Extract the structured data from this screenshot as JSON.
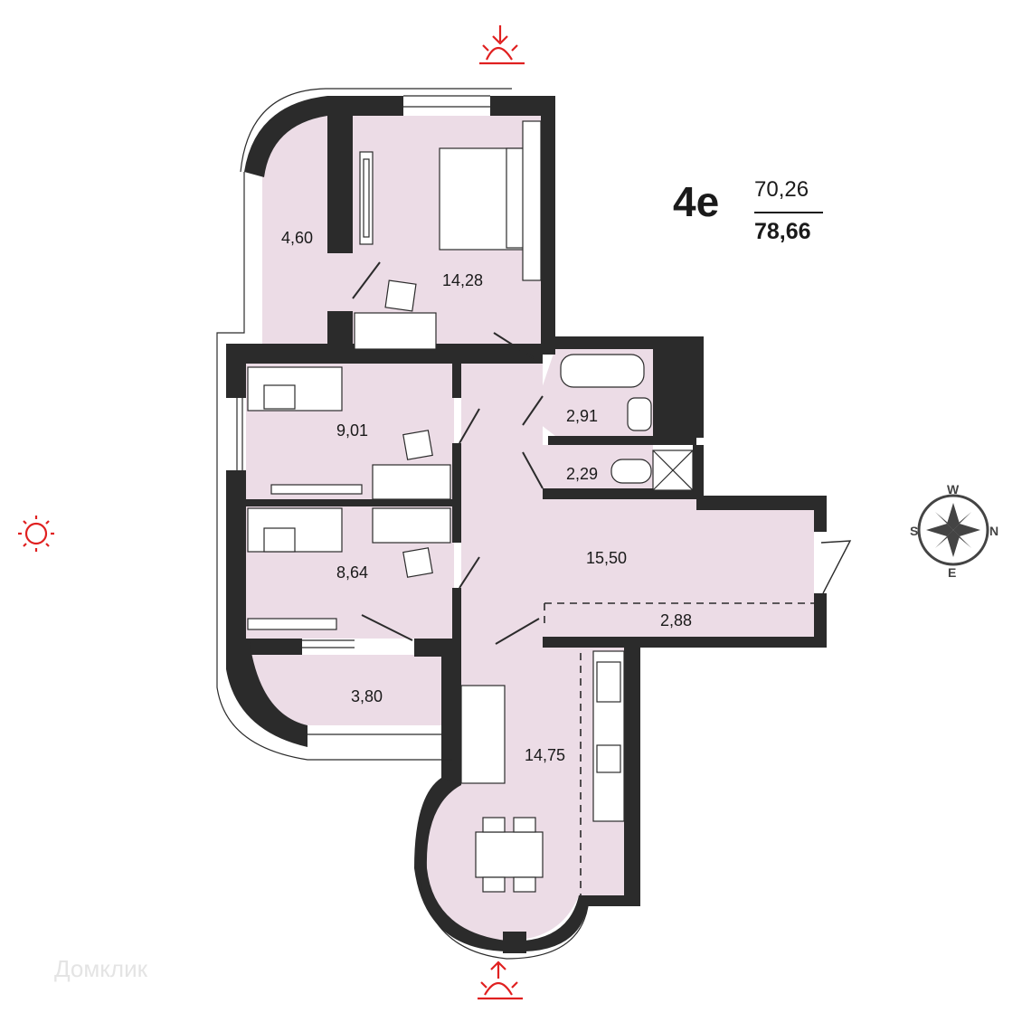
{
  "flat": {
    "code": "4е",
    "living_area": "70,26",
    "total_area": "78,66"
  },
  "rooms": {
    "wardrobe": "4,60",
    "bedroom_main": "14,28",
    "bedroom_2": "9,01",
    "bedroom_3": "8,64",
    "balcony": "3,80",
    "bathroom": "2,91",
    "toilet": "2,29",
    "hall": "15,50",
    "corridor": "2,88",
    "kitchen": "14,75"
  },
  "compass": {
    "n": "N",
    "s": "S",
    "w": "W",
    "e": "E"
  },
  "watermark": "Домклик",
  "colors": {
    "wall": "#2b2b2b",
    "room_fill": "#ecdce6",
    "sun": "#e02020"
  }
}
